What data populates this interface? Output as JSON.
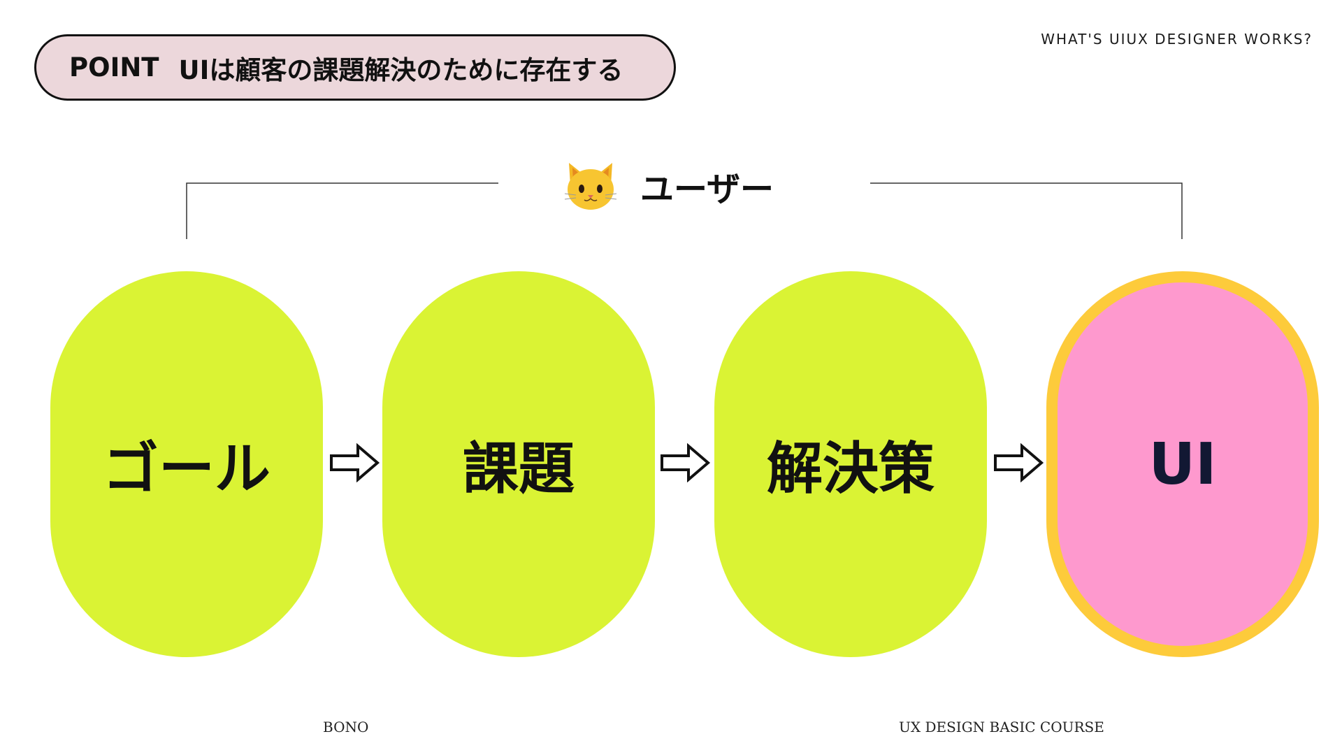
{
  "header": {
    "point_label": "POINT",
    "point_text": "UIは顧客の課題解決のために存在する",
    "top_right": "WHAT'S UIUX DESIGNER WORKS?"
  },
  "user": {
    "icon": "cat-face-icon",
    "label": "ユーザー"
  },
  "flow": {
    "stages": [
      {
        "label": "ゴール"
      },
      {
        "label": "課題"
      },
      {
        "label": "解決策"
      },
      {
        "label": "UI"
      }
    ]
  },
  "colors": {
    "stage_fill": "#daf334",
    "ui_fill": "#fe99ce",
    "ui_border": "#fdcb3b",
    "badge_fill": "#ecd7db"
  },
  "footer": {
    "left": "BONO",
    "right": "UX DESIGN BASIC COURSE"
  }
}
